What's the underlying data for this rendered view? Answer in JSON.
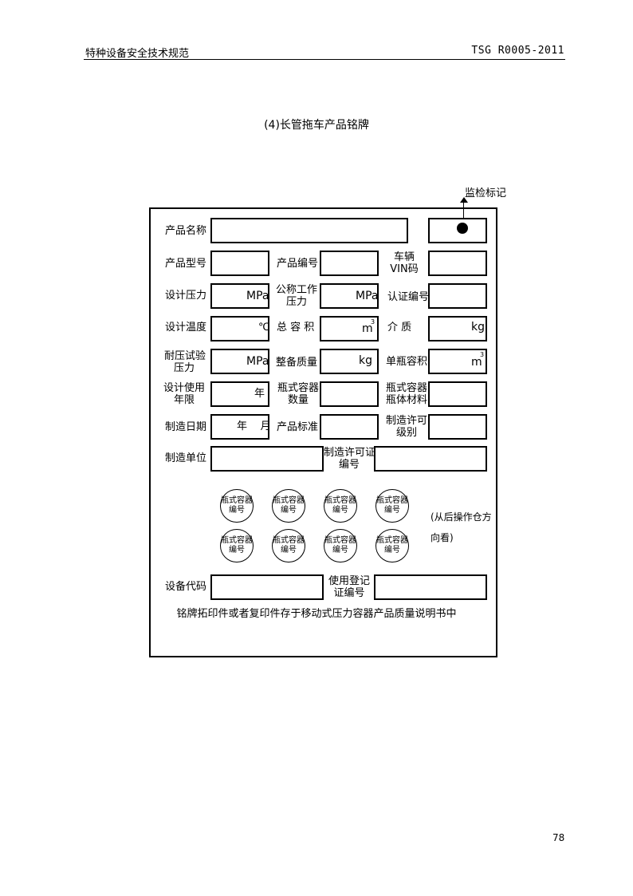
{
  "header": {
    "left": "特种设备安全技术规范",
    "right": "TSG R0005-2011"
  },
  "title": "(4)长管拖车产品铭牌",
  "mark_label": "监检标记",
  "labels": {
    "product_name": "产品名称",
    "product_model": "产品型号",
    "product_no": "产品编号",
    "vehicle_vin_1": "车辆",
    "vehicle_vin_2": "VIN码",
    "design_pressure": "设计压力",
    "nominal_pressure_1": "公称工作",
    "nominal_pressure_2": "压力",
    "cert_no": "认证编号",
    "design_temp": "设计温度",
    "total_volume": "总 容 积",
    "medium": "介    质",
    "test_pressure_1": "耐压试验",
    "test_pressure_2": "压力",
    "equip_mass": "整备质量",
    "single_volume": "单瓶容积",
    "design_life_1": "设计使用",
    "design_life_2": "年限",
    "bottle_count_1": "瓶式容器",
    "bottle_count_2": "数量",
    "bottle_material_1": "瓶式容器",
    "bottle_material_2": "瓶体材料",
    "mfg_date": "制造日期",
    "product_std": "产品标准",
    "license_level_1": "制造许可",
    "license_level_2": "级别",
    "mfg_unit": "制造单位",
    "license_no_1": "制造许可证",
    "license_no_2": "编号",
    "equip_code": "设备代码",
    "reg_cert_1": "使用登记",
    "reg_cert_2": "证编号"
  },
  "units": {
    "mpa": "MPa",
    "celsius": "℃",
    "m": "m",
    "cube": "3",
    "kg": "kg",
    "year": "年",
    "year_month": "年    月"
  },
  "bottles": [
    {
      "l1": "瓶式容器",
      "l2": "编号"
    },
    {
      "l1": "瓶式容器",
      "l2": "编号"
    },
    {
      "l1": "瓶式容器",
      "l2": "编号"
    },
    {
      "l1": "瓶式容器",
      "l2": "编号"
    },
    {
      "l1": "瓶式容器",
      "l2": "编号"
    },
    {
      "l1": "瓶式容器",
      "l2": "编号"
    },
    {
      "l1": "瓶式容器",
      "l2": "编号"
    },
    {
      "l1": "瓶式容器",
      "l2": "编号"
    }
  ],
  "view_note_1": "(从后操作仓方",
  "view_note_2": "向看)",
  "footer_note": "铭牌拓印件或者复印件存于移动式压力容器产品质量说明书中",
  "page_number": "78"
}
